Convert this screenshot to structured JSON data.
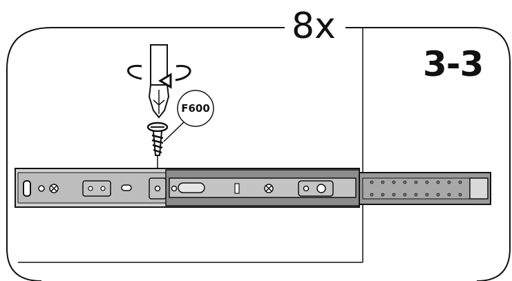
{
  "quantity_label": "8x",
  "step_label": "3-3",
  "part_code": "F600",
  "colors": {
    "ink": "#111111",
    "rail_grey": "#bdbdbd",
    "rail_dark": "#8c8c8c",
    "extension_grey": "#9a9a9a",
    "paper": "#ffffff"
  },
  "icons": [
    "screwdriver-icon",
    "rotation-arrow-icon",
    "screw-icon",
    "drawer-slide-rail"
  ]
}
